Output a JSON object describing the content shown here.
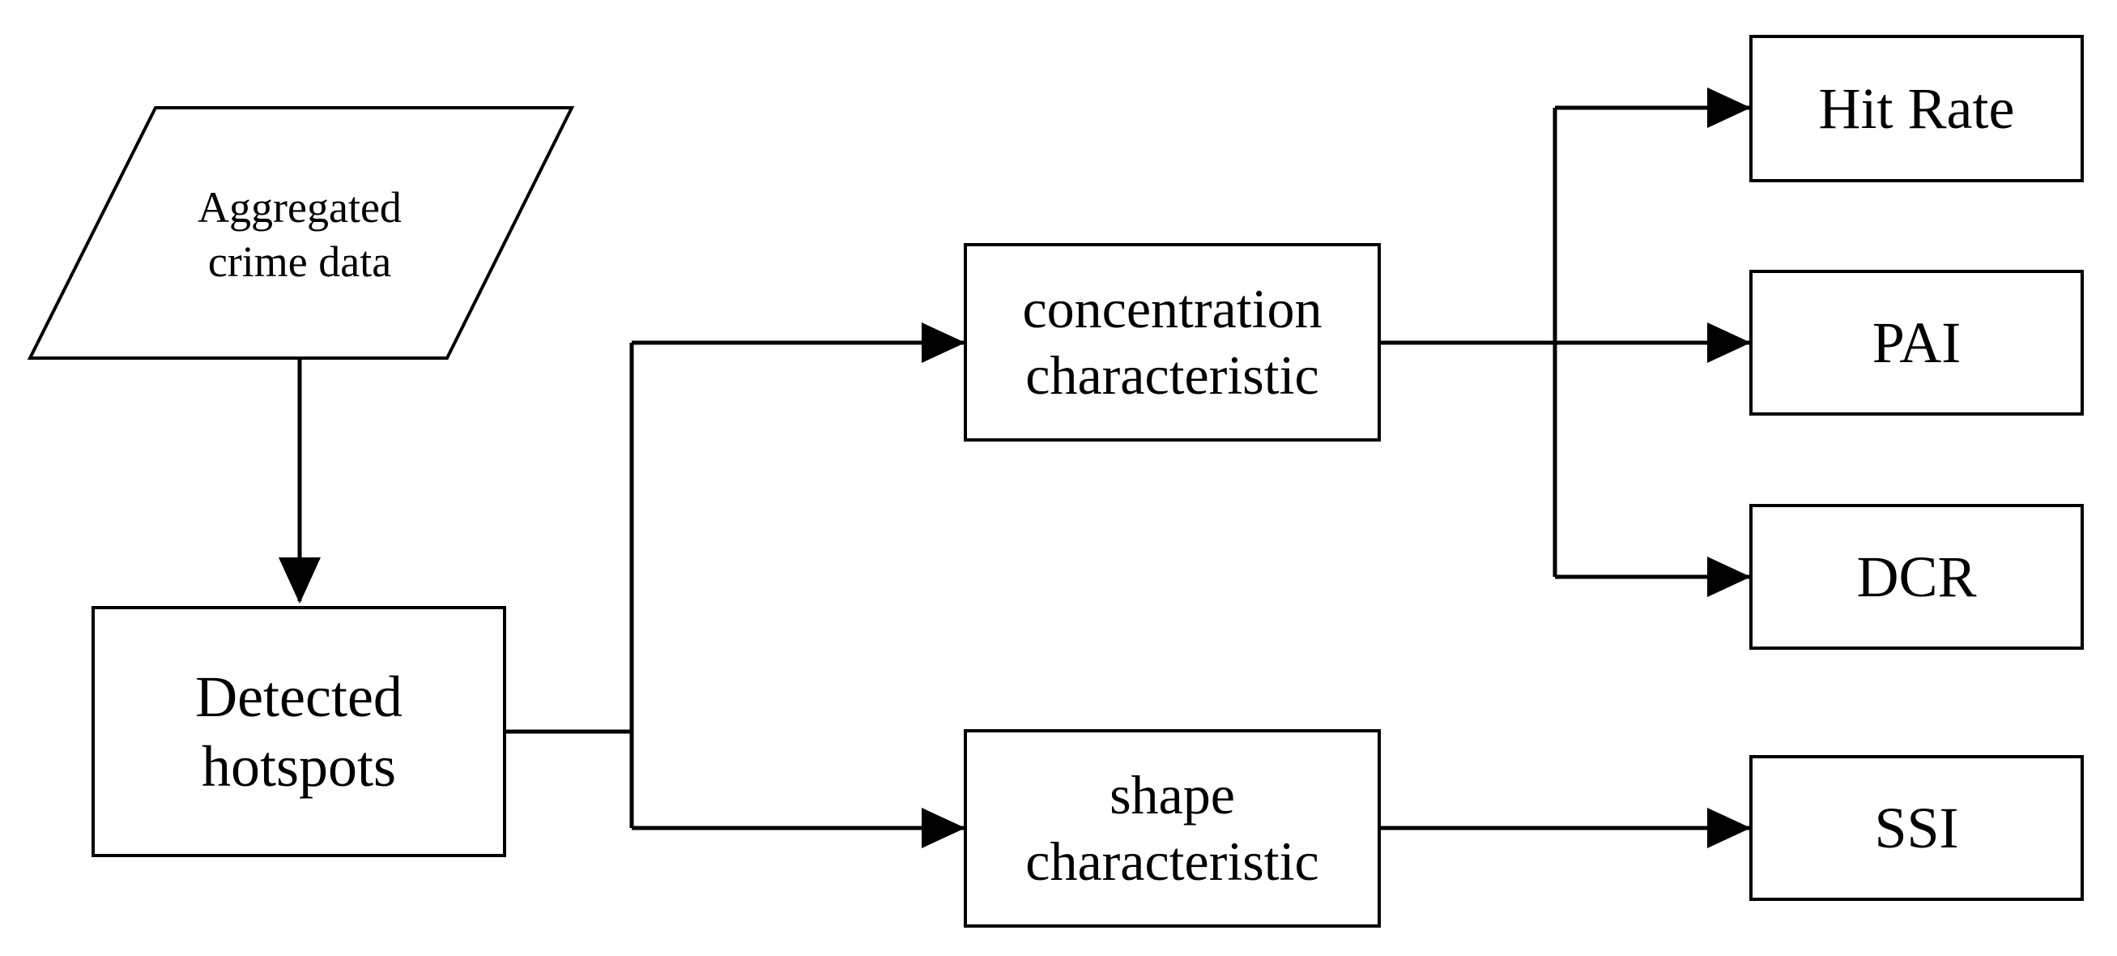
{
  "diagram": {
    "nodes": {
      "input": {
        "lines": [
          "Aggregated",
          "crime data"
        ],
        "shape": "parallelogram"
      },
      "detected": {
        "lines": [
          "Detected",
          "hotspots"
        ],
        "shape": "rectangle"
      },
      "concentration": {
        "lines": [
          "concentration",
          "characteristic"
        ],
        "shape": "rectangle"
      },
      "shape": {
        "lines": [
          "shape",
          "characteristic"
        ],
        "shape": "rectangle"
      },
      "hit_rate": {
        "label": "Hit Rate",
        "shape": "rectangle"
      },
      "pai": {
        "label": "PAI",
        "shape": "rectangle"
      },
      "dcr": {
        "label": "DCR",
        "shape": "rectangle"
      },
      "ssi": {
        "label": "SSI",
        "shape": "rectangle"
      }
    },
    "edges": [
      {
        "from": "input",
        "to": "detected"
      },
      {
        "from": "detected",
        "to": "concentration"
      },
      {
        "from": "detected",
        "to": "shape"
      },
      {
        "from": "concentration",
        "to": "hit_rate"
      },
      {
        "from": "concentration",
        "to": "pai"
      },
      {
        "from": "concentration",
        "to": "dcr"
      },
      {
        "from": "shape",
        "to": "ssi"
      }
    ],
    "colors": {
      "stroke": "#000000",
      "fill": "#ffffff",
      "text": "#000000"
    }
  }
}
